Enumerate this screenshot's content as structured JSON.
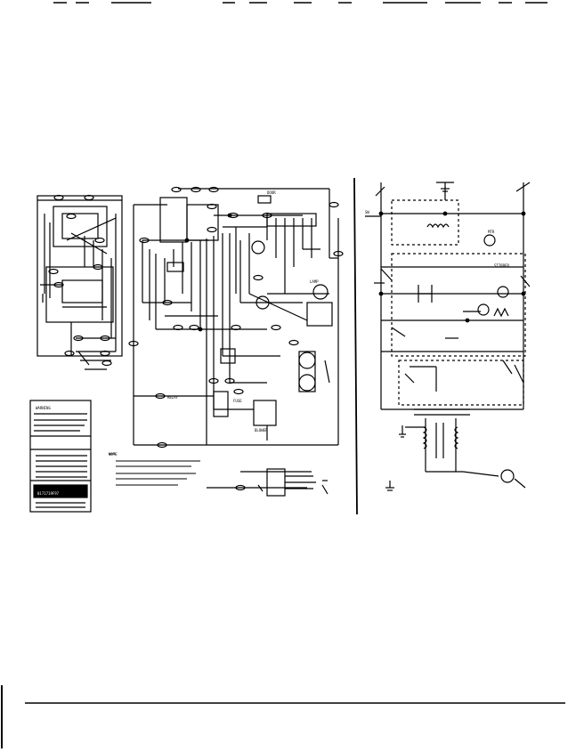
{
  "schematic": {
    "note_label": "NOTE",
    "relay_label": "RELAY",
    "fuse_label": "FUSE",
    "blower_label": "BLOWER",
    "door_label": "DOOR",
    "switch_label": "SW",
    "motor_label": "MTR",
    "lamp_label": "LAMP",
    "stirrer_label": "STIRRER"
  },
  "legend": {
    "title": "WARNING",
    "code": "0171719F97"
  },
  "colors": {
    "ink": "#000000",
    "paper": "#ffffff"
  }
}
